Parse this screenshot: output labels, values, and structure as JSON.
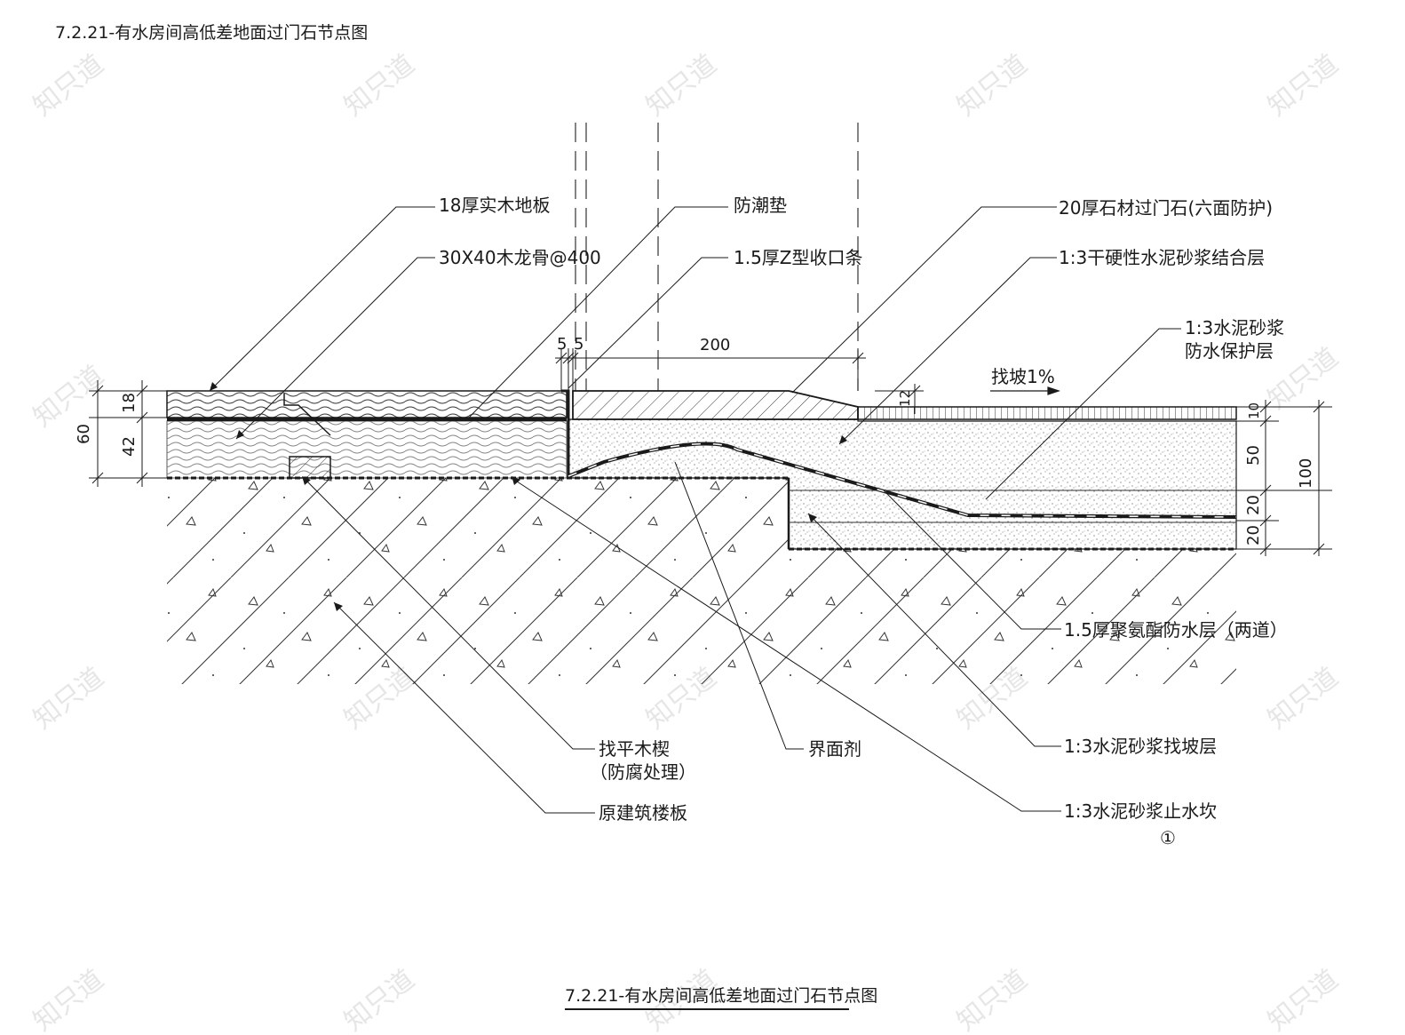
{
  "header": {
    "title": "7.2.21-有水房间高低差地面过门石节点图"
  },
  "footer": {
    "title": "7.2.21-有水房间高低差地面过门石节点图"
  },
  "labels": {
    "wood_floor": "18厚实木地板",
    "joist": "30X40木龙骨@400",
    "moisture_pad": "防潮垫",
    "z_strip": "1.5厚Z型收口条",
    "threshold_stone": "20厚石材过门石(六面防护)",
    "dry_mortar": "1:3干硬性水泥砂浆结合层",
    "protect_layer_1": "1:3水泥砂浆",
    "protect_layer_2": "防水保护层",
    "slope": "找坡1%",
    "waterproof": "1.5厚聚氨酯防水层（两道）",
    "wedge_1": "找平木楔",
    "wedge_2": "（防腐处理）",
    "interface_agent": "界面剂",
    "slope_layer": "1:3水泥砂浆找坡层",
    "slab": "原建筑楼板",
    "water_curb": "1:3水泥砂浆止水坎",
    "curb_marker": "①"
  },
  "dimensions": {
    "d18": "18",
    "d42": "42",
    "d60": "60",
    "d5a": "5",
    "d5b": "5",
    "d200": "200",
    "d12": "12",
    "d10": "10",
    "d50": "50",
    "d20a": "20",
    "d20b": "20",
    "d100": "100"
  },
  "watermark": {
    "text": "知只道"
  },
  "colors": {
    "line": "#1a1a1a",
    "watermark": "#c8c8c8"
  }
}
